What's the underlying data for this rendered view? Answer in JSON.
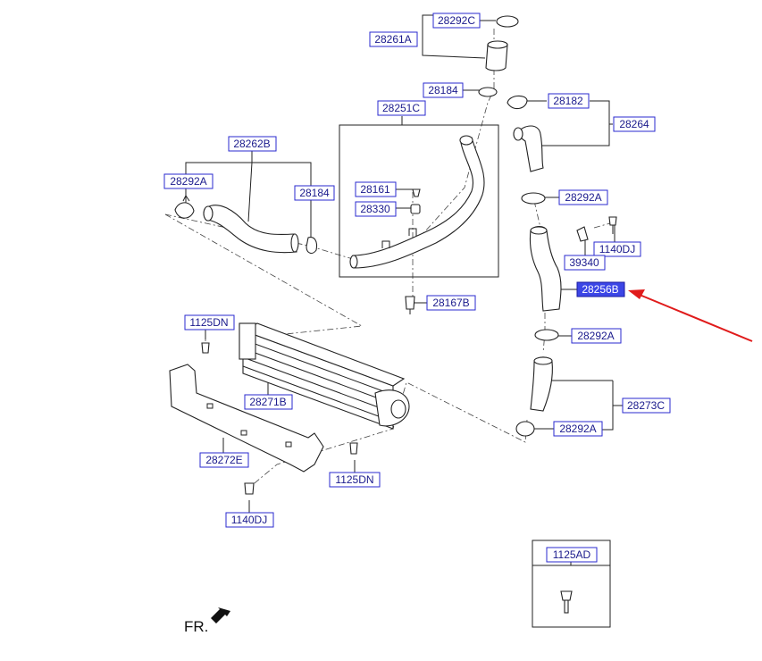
{
  "diagram": {
    "labels": {
      "p28292C": "28292C",
      "p28261A": "28261A",
      "p28184_top": "28184",
      "p28182": "28182",
      "p28264": "28264",
      "p28251C": "28251C",
      "p28262B": "28262B",
      "p28292A_left": "28292A",
      "p28184_left": "28184",
      "p28161": "28161",
      "p28330": "28330",
      "p28292A_mid": "28292A",
      "p1140DJ_right": "1140DJ",
      "p39340": "39340",
      "p28256B": "28256B",
      "p28167B": "28167B",
      "p1125DN_top": "1125DN",
      "p28292A_low": "28292A",
      "p28271B": "28271B",
      "p28273C": "28273C",
      "p28292A_bottom": "28292A",
      "p28272E": "28272E",
      "p1125DN_bottom": "1125DN",
      "p1140DJ_bottom": "1140DJ",
      "p1125AD": "1125AD"
    },
    "highlighted_part": "28256B",
    "highlight_color": "#3c46e6",
    "arrow_color": "#e01b1b",
    "direction_label": "FR."
  }
}
